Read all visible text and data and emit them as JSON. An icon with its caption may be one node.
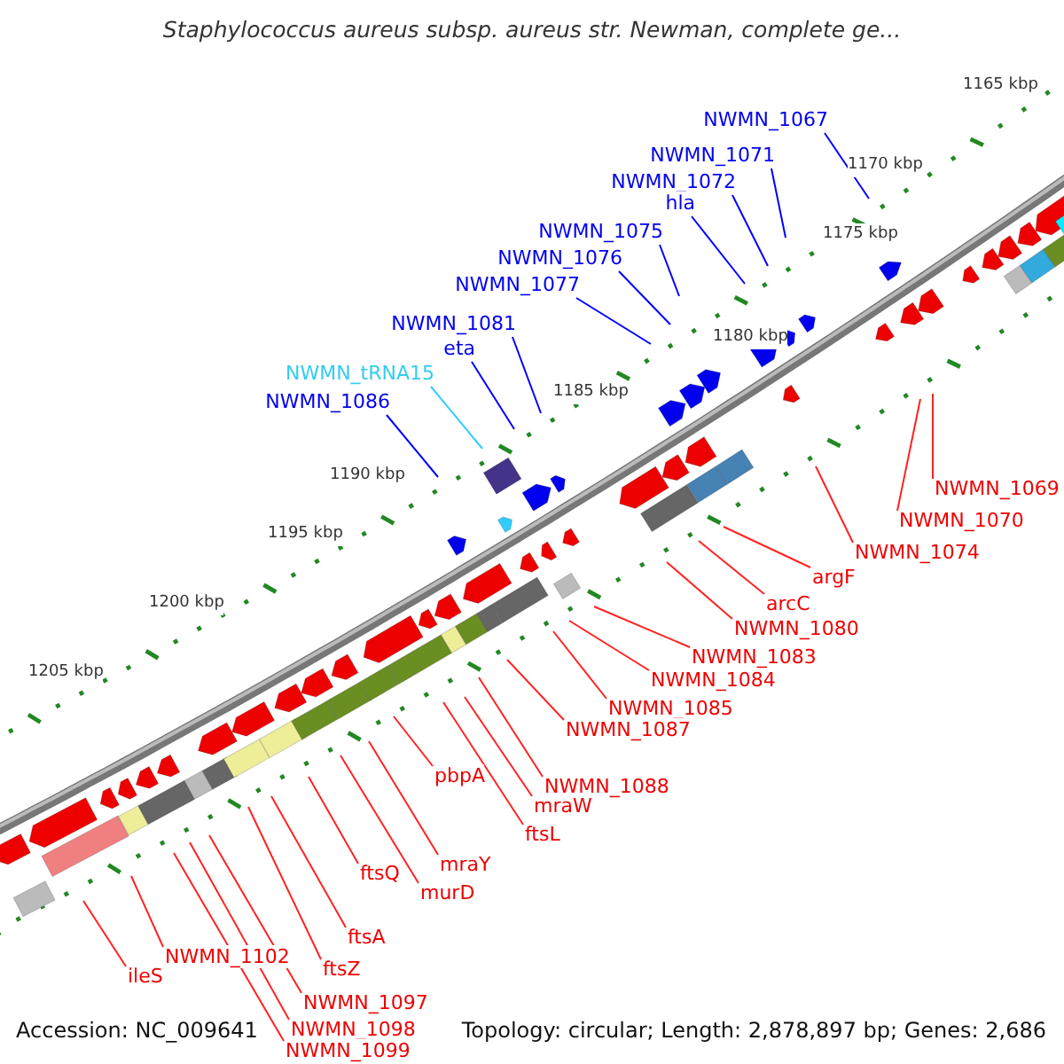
{
  "diagram": {
    "title": "Staphylococcus aureus subsp. aureus str. Newman, complete ge...",
    "nodes": [
      {
        "text": [
          "NWMN_1067"
        ]
      },
      {
        "text": [
          "NWMN_1071"
        ]
      },
      {
        "text": [
          "NWMN_1072"
        ]
      },
      {
        "text": [
          "hla"
        ]
      },
      {
        "text": [
          "NWMN_1075"
        ]
      },
      {
        "text": [
          "NWMN_1076"
        ]
      },
      {
        "text": [
          "NWMN_1077"
        ]
      },
      {
        "text": [
          "NWMN_1081"
        ]
      },
      {
        "text": [
          "eta"
        ]
      },
      {
        "text": [
          "NWMN_tRNA15"
        ]
      },
      {
        "text": [
          "NWMN_1086"
        ]
      },
      {
        "text": [
          "NWMN_1069"
        ]
      },
      {
        "text": [
          "NWMN_1070"
        ]
      },
      {
        "text": [
          "NWMN_1074"
        ]
      },
      {
        "text": [
          "argF"
        ]
      },
      {
        "text": [
          "arcC"
        ]
      },
      {
        "text": [
          "NWMN_1080"
        ]
      },
      {
        "text": [
          "NWMN_1083"
        ]
      },
      {
        "text": [
          "NWMN_1084"
        ]
      },
      {
        "text": [
          "NWMN_1085"
        ]
      },
      {
        "text": [
          "NWMN_1087"
        ]
      },
      {
        "text": [
          "NWMN_1088"
        ]
      },
      {
        "text": [
          "mraW"
        ]
      },
      {
        "text": [
          "pbpA"
        ]
      },
      {
        "text": [
          "ftsL"
        ]
      },
      {
        "text": [
          "mraY"
        ]
      },
      {
        "text": [
          "murD"
        ]
      },
      {
        "text": [
          "ftsQ"
        ]
      },
      {
        "text": [
          "ftsA"
        ]
      },
      {
        "text": [
          "ftsZ"
        ]
      },
      {
        "text": [
          "NWMN_1102"
        ]
      },
      {
        "text": [
          "ileS"
        ]
      },
      {
        "text": [
          "NWMN_1097"
        ]
      },
      {
        "text": [
          "NWMN_1098"
        ]
      },
      {
        "text": [
          "NWMN_1099"
        ]
      }
    ],
    "edges": [
      {
        "from": 0,
        "to": null,
        "arrow": "none",
        "color": "#0000ff"
      },
      {
        "from": 1,
        "to": null,
        "arrow": "none",
        "color": "#0000ff"
      },
      {
        "from": 2,
        "to": null,
        "arrow": "none",
        "color": "#0000ff"
      },
      {
        "from": 3,
        "to": null,
        "arrow": "none",
        "color": "#0000ff"
      },
      {
        "from": 4,
        "to": null,
        "arrow": "none",
        "color": "#0000ff"
      },
      {
        "from": 5,
        "to": null,
        "arrow": "none",
        "color": "#0000ff"
      },
      {
        "from": 6,
        "to": null,
        "arrow": "none",
        "color": "#0000ff"
      },
      {
        "from": 7,
        "to": null,
        "arrow": "none",
        "color": "#0000ff"
      },
      {
        "from": 8,
        "to": null,
        "arrow": "none",
        "color": "#0000ff"
      },
      {
        "from": 9,
        "to": null,
        "arrow": "none",
        "color": "#33ccff"
      },
      {
        "from": 10,
        "to": null,
        "arrow": "none",
        "color": "#0000ff"
      },
      {
        "from": 11,
        "to": null,
        "arrow": "none"
      },
      {
        "from": 12,
        "to": null,
        "arrow": "none"
      },
      {
        "from": 13,
        "to": null,
        "arrow": "none"
      },
      {
        "from": 14,
        "to": null,
        "arrow": "none"
      },
      {
        "from": 15,
        "to": null,
        "arrow": "none"
      },
      {
        "from": 16,
        "to": null,
        "arrow": "none"
      },
      {
        "from": 17,
        "to": null,
        "arrow": "none"
      },
      {
        "from": 18,
        "to": null,
        "arrow": "none"
      },
      {
        "from": 19,
        "to": null,
        "arrow": "none"
      },
      {
        "from": 20,
        "to": null,
        "arrow": "none"
      },
      {
        "from": 21,
        "to": null,
        "arrow": "none"
      },
      {
        "from": 22,
        "to": null,
        "arrow": "none"
      },
      {
        "from": 23,
        "to": null,
        "arrow": "none"
      },
      {
        "from": 24,
        "to": null,
        "arrow": "none"
      },
      {
        "from": 25,
        "to": null,
        "arrow": "none"
      },
      {
        "from": 26,
        "to": null,
        "arrow": "none"
      },
      {
        "from": 27,
        "to": null,
        "arrow": "none"
      },
      {
        "from": 28,
        "to": null,
        "arrow": "none"
      },
      {
        "from": 29,
        "to": null,
        "arrow": "none"
      },
      {
        "from": 30,
        "to": null,
        "arrow": "none"
      },
      {
        "from": 31,
        "to": null,
        "arrow": "none"
      },
      {
        "from": 32,
        "to": null,
        "arrow": "none"
      },
      {
        "from": 33,
        "to": null,
        "arrow": "none"
      },
      {
        "from": 34,
        "to": null,
        "arrow": "none"
      }
    ],
    "labels": [
      "1165 kbp",
      "1170 kbp",
      "1175 kbp",
      "1180 kbp",
      "1185 kbp",
      "1190 kbp",
      "1195 kbp",
      "1200 kbp",
      "1205 kbp",
      "Accession: NC_009641",
      "Topology: circular; Length: 2,878,897 bp; Genes: 2,686"
    ]
  }
}
